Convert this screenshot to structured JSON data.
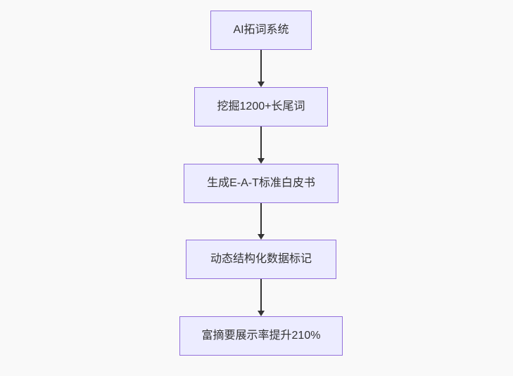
{
  "diagram": {
    "type": "flowchart",
    "direction": "down",
    "colors": {
      "background": "#f9f9f9",
      "node_fill": "#ECECFF",
      "node_border": "#9370DB",
      "text": "#333333",
      "arrow": "#333333"
    },
    "nodes": [
      {
        "label": "AI拓词系统"
      },
      {
        "label": "挖掘1200+长尾词"
      },
      {
        "label": "生成E-A-T标准白皮书"
      },
      {
        "label": "动态结构化数据标记"
      },
      {
        "label": "富摘要展示率提升210%"
      }
    ],
    "edges": [
      {
        "from": 0,
        "to": 1
      },
      {
        "from": 1,
        "to": 2
      },
      {
        "from": 2,
        "to": 3
      },
      {
        "from": 3,
        "to": 4
      }
    ]
  }
}
